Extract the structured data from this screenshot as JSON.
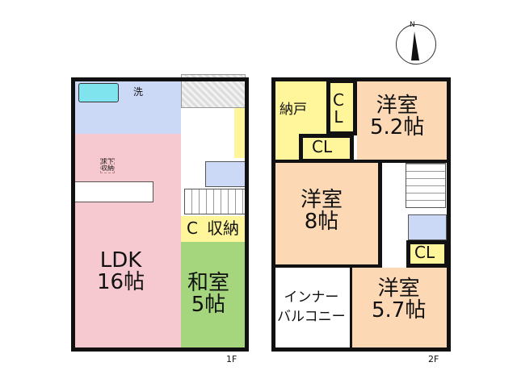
{
  "compass": {
    "label": "N"
  },
  "floor1": {
    "label": "1F",
    "ldk": {
      "name": "LDK",
      "size": "16帖"
    },
    "washroom": "洗",
    "underfloor_storage": "床下\n収納",
    "japanese_room": {
      "name": "和室",
      "size": "5帖"
    },
    "closet": "C",
    "storage": "収納"
  },
  "floor2": {
    "label": "2F",
    "storeroom": "納戸",
    "cl_vertical": "C\nL",
    "cl_horizontal": "CL",
    "cl_small": "CL",
    "western_52": {
      "name": "洋室",
      "size": "5.2帖"
    },
    "western_8": {
      "name": "洋室",
      "size": "8帖"
    },
    "western_57": {
      "name": "洋室",
      "size": "5.7帖"
    },
    "inner_balcony": "インナー\nバルコニー"
  },
  "colors": {
    "ldk": "#f5c9cf",
    "washitsu": "#a5d67e",
    "yoshitsu": "#fcd8b4",
    "closet": "#fff59a",
    "wet": "#cbd8f6"
  }
}
